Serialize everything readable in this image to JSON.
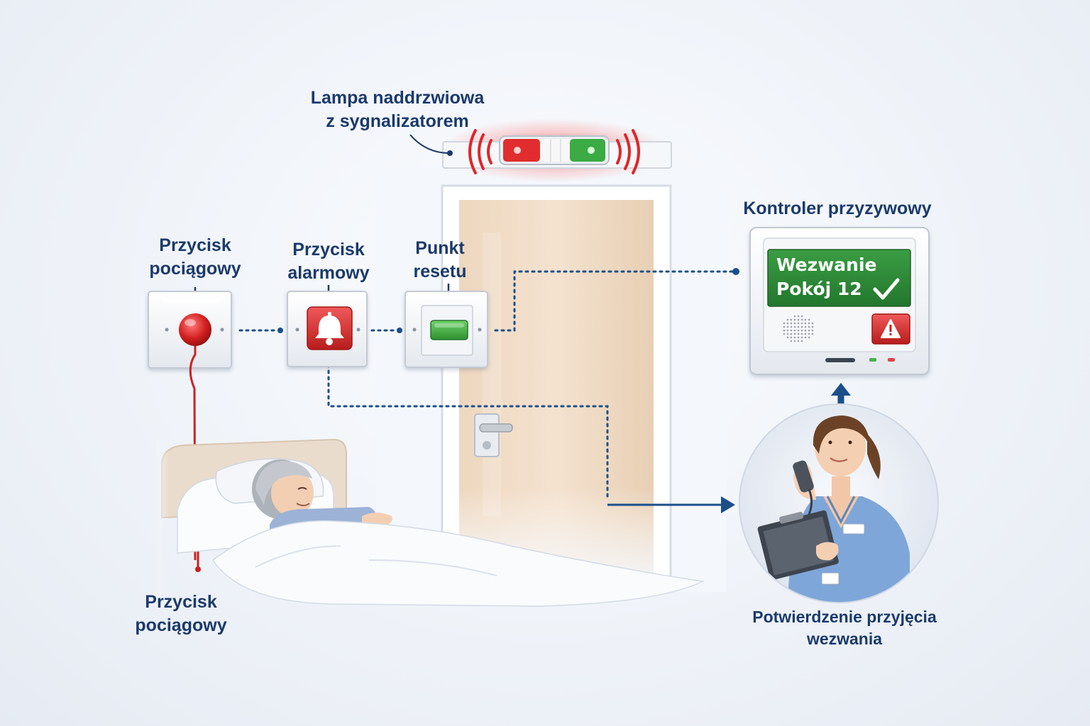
{
  "labels": {
    "door_lamp": [
      "Lampa naddrzwiowa",
      "z sygnalizatorem"
    ],
    "pull_button_top": [
      "Przycisk",
      "pociągowy"
    ],
    "alarm_button": [
      "Przycisk",
      "alarmowy"
    ],
    "reset_point": [
      "Punkt",
      "resetu"
    ],
    "controller": "Kontroler przyzywowy",
    "pull_button_bottom": [
      "Przycisk",
      "pociągowy"
    ],
    "confirmation": [
      "Potwierdzenie przyjęcia",
      "wezwania"
    ]
  },
  "controller_screen": {
    "line1": "Wezwanie",
    "line2": "Pokój 12"
  },
  "icons": {
    "alarm": "bell-icon",
    "confirm": "checkmark-icon",
    "warning": "warning-icon"
  },
  "colors": {
    "label": "#1b3a6b",
    "connector": "#1b3a6b",
    "alarm_red": "#d42a2a",
    "reset_green": "#3aa33d",
    "screen_green": "#2f8a3a"
  }
}
